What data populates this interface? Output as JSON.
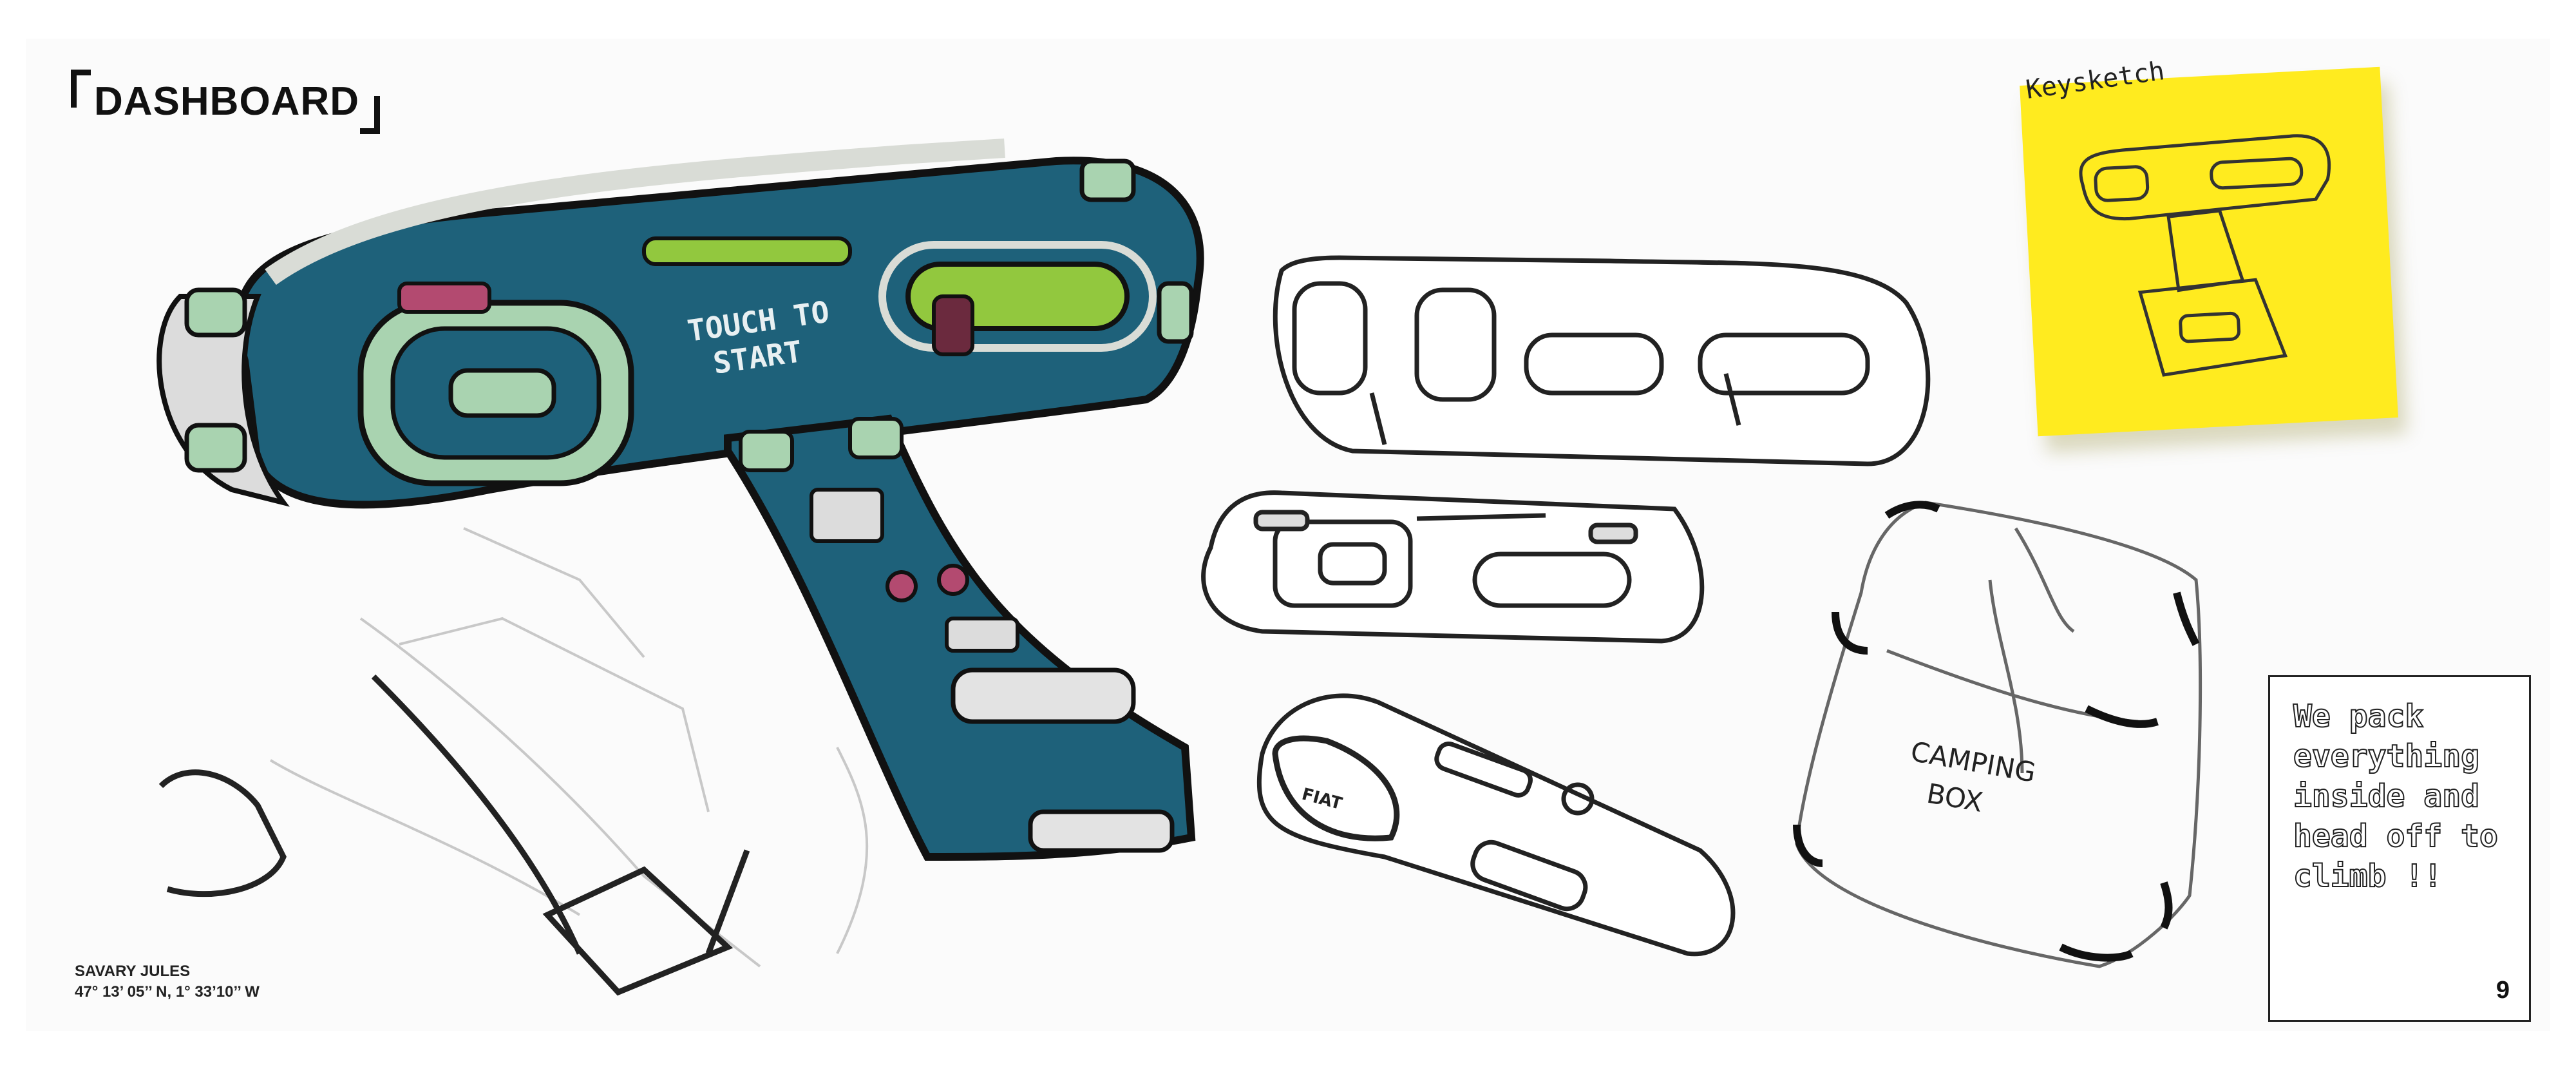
{
  "header": {
    "title": "DASHBOARD"
  },
  "sticky_note": {
    "label": "Keysketch"
  },
  "dashboard": {
    "touch_line1": "TOUCH TO",
    "touch_line2": "START"
  },
  "box_label": {
    "line1": "CAMPING",
    "line2": "BOX"
  },
  "knob_label": "FIAT",
  "quote": {
    "lines": [
      "We pack",
      "everything",
      "inside and",
      "head off to",
      "climb !!"
    ]
  },
  "page_number": "9",
  "author": {
    "name": "SAVARY JULES",
    "coordinates": "47° 13’ 05’’ N, 1° 33’10’’ W"
  },
  "colors": {
    "teal": "#1e617a",
    "lime": "#92c83e",
    "mint": "#a9d3b0",
    "sticky": "#ffeb1f",
    "ink": "#111111"
  }
}
